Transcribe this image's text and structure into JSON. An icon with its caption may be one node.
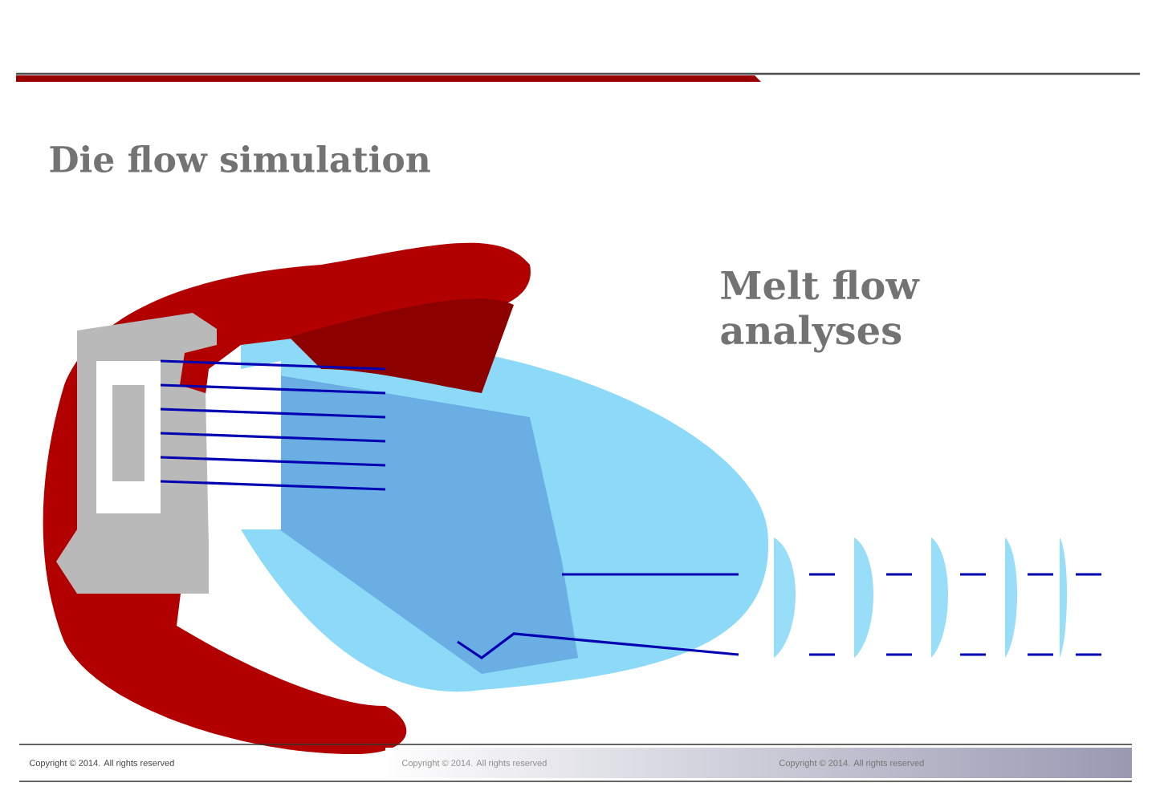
{
  "diagram": {
    "title": "Die flow simulation",
    "labels": [
      "Melt flow analyses",
      "Copyright © 2014. All rights reserved",
      "Copyright © 2014. All rights reserved",
      "Copyright © 2014. All rights reserved"
    ]
  }
}
